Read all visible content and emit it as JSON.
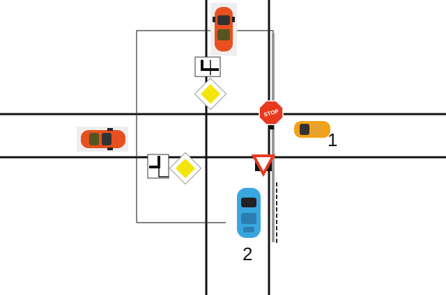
{
  "diagram": {
    "stop_sign": {
      "text": "STOP",
      "color": "#e8391f"
    },
    "yield_sign": {
      "color": "#e8391f"
    },
    "priority_sign": {
      "color": "#f5e50a"
    },
    "road_line_color": "#111111",
    "cars": [
      {
        "id": "top-car",
        "color": "#e8501f",
        "label": ""
      },
      {
        "id": "left-car",
        "color": "#e8501f",
        "label": ""
      },
      {
        "id": "car-1",
        "color": "#f0a318",
        "label": "1"
      },
      {
        "id": "car-2",
        "color": "#3aa6e0",
        "label": "2"
      }
    ]
  }
}
